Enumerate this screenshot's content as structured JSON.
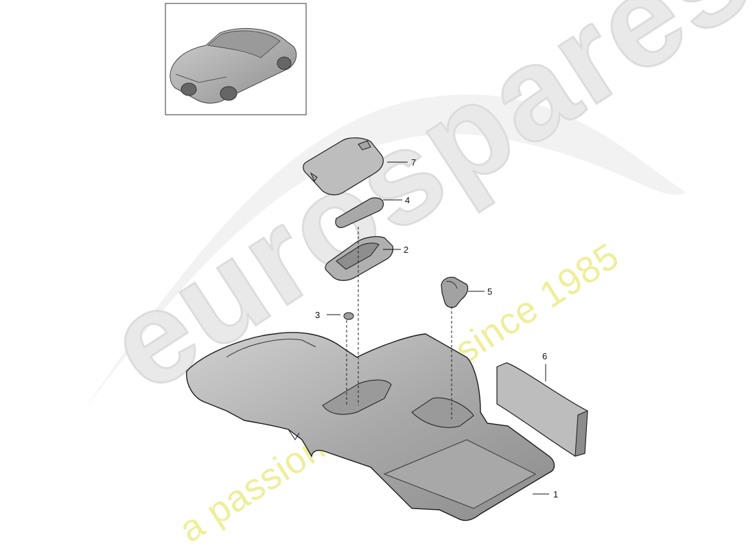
{
  "watermark": {
    "brand": "eurospares",
    "tagline": "a passion for parts since 1985"
  },
  "callouts": [
    {
      "id": "1",
      "label": "1"
    },
    {
      "id": "2",
      "label": "2"
    },
    {
      "id": "3",
      "label": "3"
    },
    {
      "id": "4",
      "label": "4"
    },
    {
      "id": "5",
      "label": "5"
    },
    {
      "id": "6",
      "label": "6"
    },
    {
      "id": "7",
      "label": "7"
    }
  ],
  "colors": {
    "part_fill": "#b5b5b5",
    "part_stroke": "#1a1a1a",
    "watermark_grey": "#e6e6e6",
    "watermark_yellow": "#efee9a"
  }
}
